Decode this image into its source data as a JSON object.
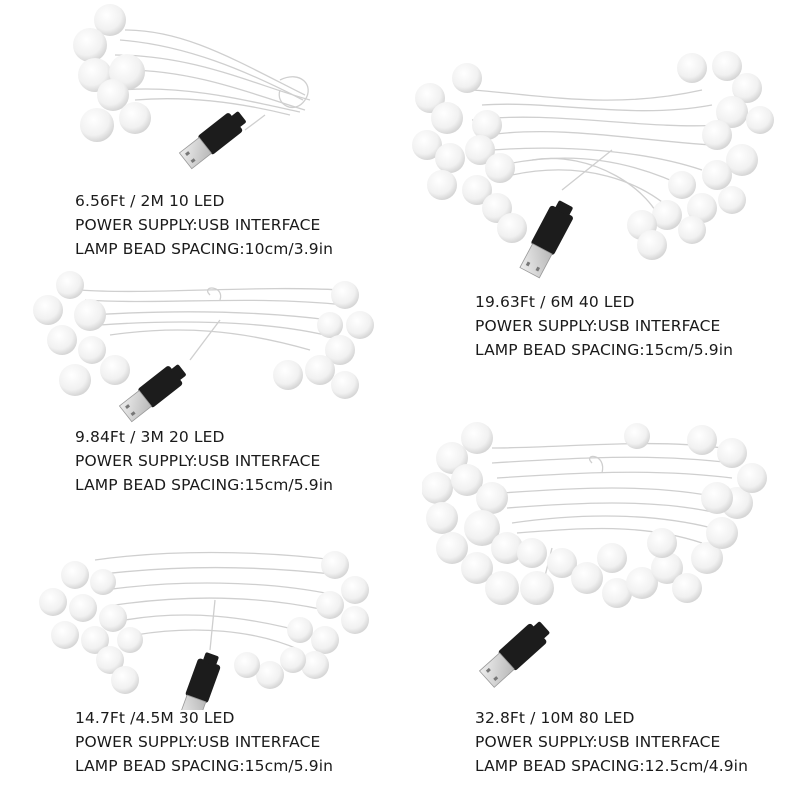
{
  "products": [
    {
      "id": "2m",
      "length_label": "6.56Ft / 2M  10 LED",
      "power_label": "POWER SUPPLY:USB INTERFACE",
      "spacing_label": "LAMP BEAD SPACING:10cm/3.9in"
    },
    {
      "id": "6m",
      "length_label": "19.63Ft / 6M  40 LED",
      "power_label": "POWER SUPPLY:USB INTERFACE",
      "spacing_label": "LAMP BEAD SPACING:15cm/5.9in"
    },
    {
      "id": "3m",
      "length_label": "9.84Ft / 3M  20 LED",
      "power_label": "POWER SUPPLY:USB INTERFACE",
      "spacing_label": "LAMP BEAD SPACING:15cm/5.9in"
    },
    {
      "id": "4_5m",
      "length_label": "14.7Ft /4.5M  30 LED",
      "power_label": "POWER SUPPLY:USB INTERFACE",
      "spacing_label": "LAMP BEAD SPACING:15cm/5.9in"
    },
    {
      "id": "10m",
      "length_label": "32.8Ft / 10M  80 LED",
      "power_label": "POWER SUPPLY:USB INTERFACE",
      "spacing_label": "LAMP BEAD SPACING:12.5cm/4.9in"
    }
  ],
  "colors": {
    "text": "#1a1a1a",
    "bulb": "#f4f4f4",
    "bulb_shade": "#dcdcdc",
    "wire": "#c9c9c9",
    "usb_body": "#1c1c1c",
    "usb_metal": "#d8d8d8"
  }
}
